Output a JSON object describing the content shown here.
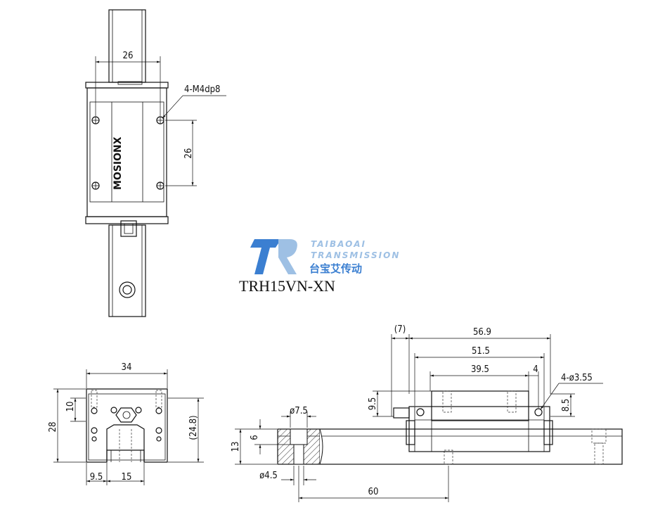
{
  "model": "TRH15VN-XN",
  "brand": {
    "name_en_line1": "TAIBAOAI",
    "name_en_line2": "TRANSMISSION",
    "name_cn": "台宝艾传动",
    "block_engraving": "MOSIONX",
    "colors": {
      "logo_dark": "#3b7fd1",
      "logo_light": "#9ec0e4"
    }
  },
  "top_view": {
    "width_dim": "26",
    "hole_spacing_dim": "26",
    "hole_callout": "4-M4dp8"
  },
  "end_view": {
    "width_dim": "34",
    "height_dim": "28",
    "top_height_dim": "10",
    "rail_height_dim": "(24.8)",
    "left_offset_dim": "9.5",
    "rail_width_dim": "15"
  },
  "side_view": {
    "overhang_dim": "(7)",
    "total_length_dim": "56.9",
    "body_length_dim": "51.5",
    "hole_pitch_dim": "39.5",
    "edge_dim": "4",
    "hole_callout": "4-ø3.55",
    "left_height_dim": "9.5",
    "right_height_dim": "8.5",
    "counterbore_dia": "ø7.5",
    "counterbore_depth": "6",
    "rail_height": "13",
    "bolt_hole_dia": "ø4.5",
    "hole_pitch": "60"
  }
}
